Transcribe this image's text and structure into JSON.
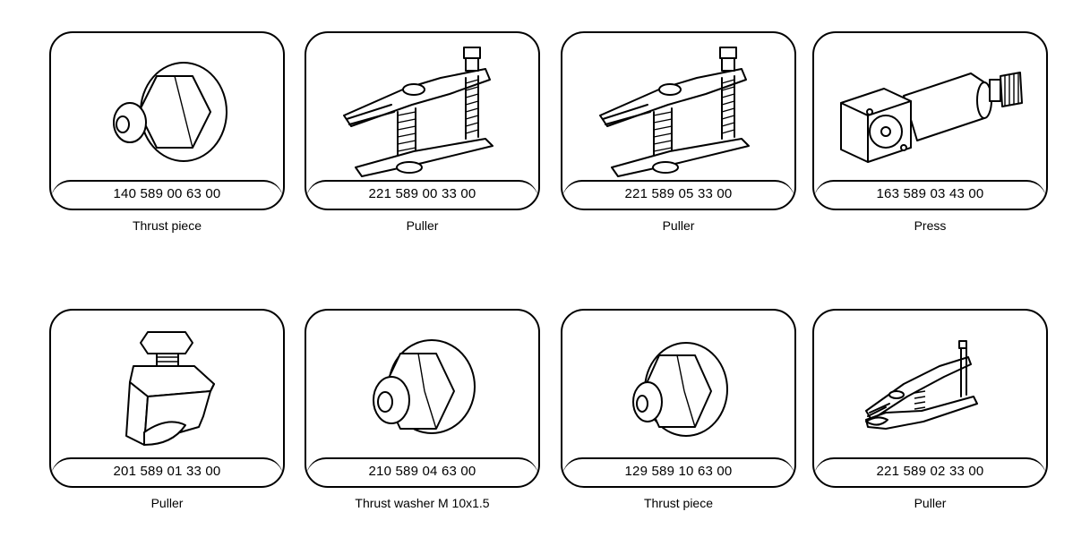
{
  "tools": [
    {
      "part_number": "140 589 00 63 00",
      "description": "Thrust piece",
      "icon": "thrust-piece-icon"
    },
    {
      "part_number": "221 589 00 33 00",
      "description": "Puller",
      "icon": "puller-icon"
    },
    {
      "part_number": "221 589 05 33 00",
      "description": "Puller",
      "icon": "puller-icon"
    },
    {
      "part_number": "163 589 03 43 00",
      "description": "Press",
      "icon": "press-icon"
    },
    {
      "part_number": "201 589 01 33 00",
      "description": "Puller",
      "icon": "puller-icon"
    },
    {
      "part_number": "210 589 04 63 00",
      "description": "Thrust washer M 10x1.5",
      "icon": "thrust-washer-icon"
    },
    {
      "part_number": "129 589 10 63 00",
      "description": "Thrust piece",
      "icon": "thrust-piece-icon"
    },
    {
      "part_number": "221 589 02 33 00",
      "description": "Puller",
      "icon": "puller-icon"
    }
  ]
}
